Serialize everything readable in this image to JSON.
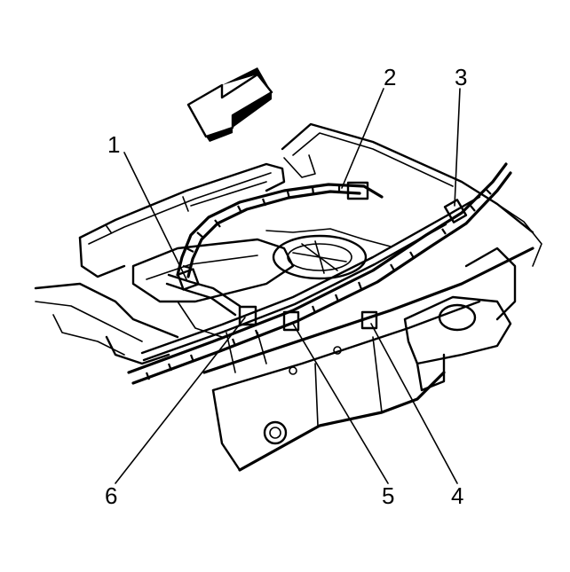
{
  "callouts": [
    {
      "id": "1",
      "label": "1"
    },
    {
      "id": "2",
      "label": "2"
    },
    {
      "id": "3",
      "label": "3"
    },
    {
      "id": "4",
      "label": "4"
    },
    {
      "id": "5",
      "label": "5"
    },
    {
      "id": "6",
      "label": "6"
    }
  ],
  "direction_arrow": "front-direction-arrow",
  "colors": {
    "line": "#000000",
    "background": "#ffffff",
    "fill": "#ffffff"
  }
}
